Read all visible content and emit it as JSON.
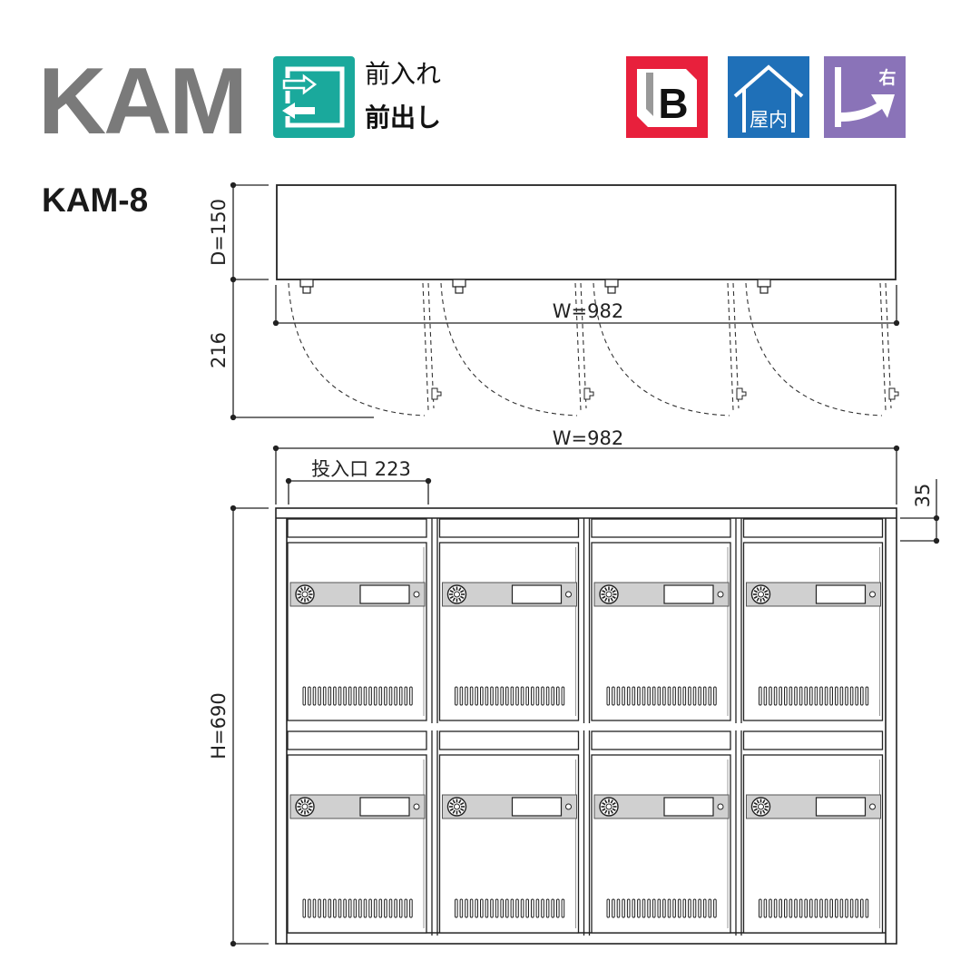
{
  "header": {
    "brand": "KAM",
    "model": "KAM-8",
    "io_line1": "前入れ",
    "io_line2": "前出し"
  },
  "badges": {
    "io_icon": "insert-front-exit-front-icon",
    "lb_icon": "lb-certification-icon",
    "lb_letter": "B",
    "indoor_icon": "indoor-house-icon",
    "indoor_label": "屋内",
    "right_icon": "right-hinge-arrow-icon",
    "right_label": "右"
  },
  "colors": {
    "brand_gray": "#7a7a7a",
    "teal": "#1aa99c",
    "lb_red": "#e8203c",
    "indoor_blue": "#1f70b8",
    "right_purple": "#8a73b8",
    "line": "#222222"
  },
  "dimensions": {
    "depth": "D=150",
    "door_swing": "216",
    "width_top": "W=982",
    "width_front": "W=982",
    "slot_width": "投入口 223",
    "top_frame": "35",
    "height": "H=690"
  },
  "layout": {
    "columns": 4,
    "rows": 2
  }
}
